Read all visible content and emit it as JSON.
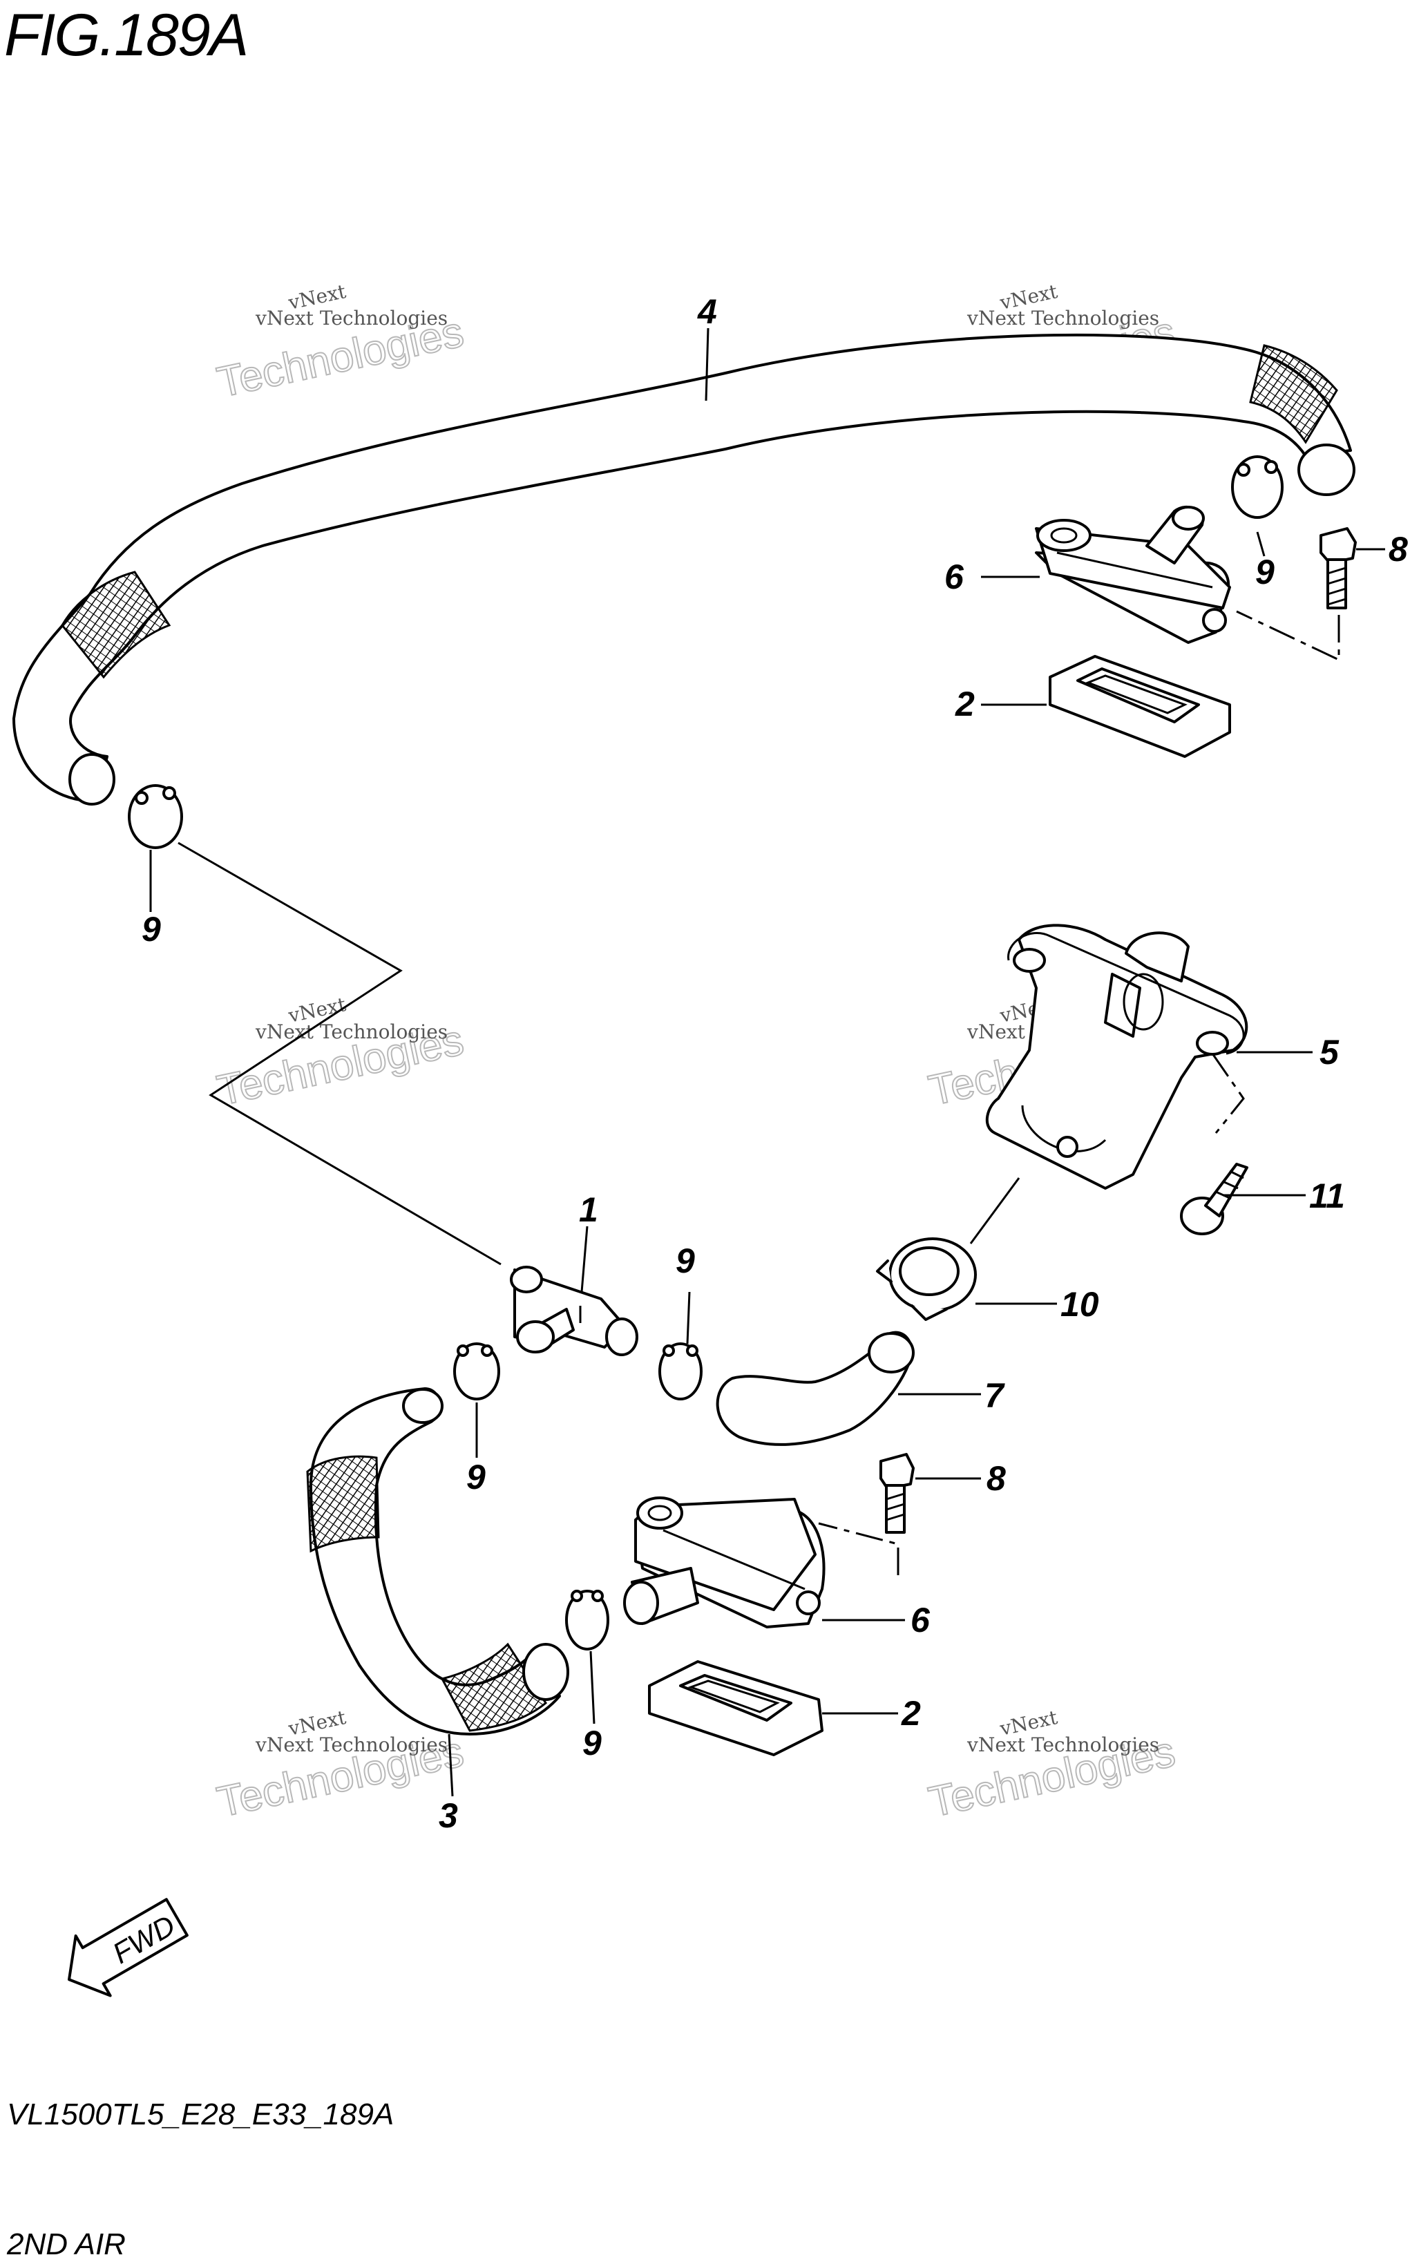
{
  "figure": {
    "title": "FIG.189A",
    "model_code": "VL1500TL5_E28_E33_189A",
    "section_name": "2ND AIR"
  },
  "watermark": {
    "line1": "vNext Technologies",
    "line2a": "vNext",
    "line2b": "Technologies"
  },
  "fwd_label": "FWD",
  "callouts": {
    "c1": "1",
    "c2a": "2",
    "c2b": "2",
    "c3": "3",
    "c4": "4",
    "c5": "5",
    "c6a": "6",
    "c6b": "6",
    "c7": "7",
    "c8a": "8",
    "c8b": "8",
    "c9a": "9",
    "c9b": "9",
    "c9c": "9",
    "c9d": "9",
    "c9e": "9",
    "c10": "10",
    "c11": "11"
  }
}
